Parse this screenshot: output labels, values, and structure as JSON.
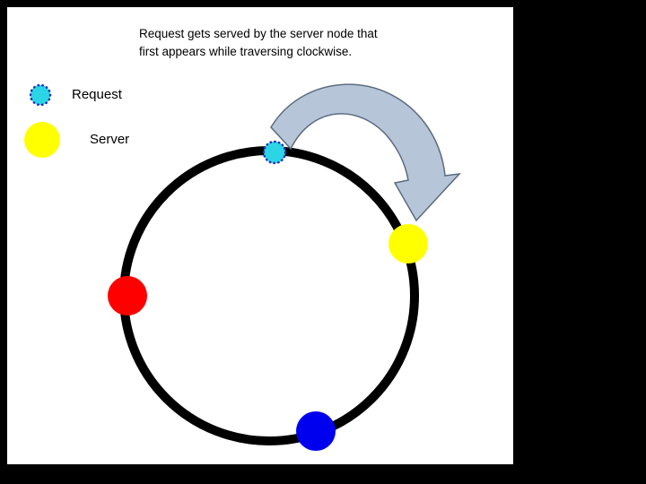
{
  "frame": {
    "bg": "#000000",
    "panel_bg": "#ffffff"
  },
  "caption": {
    "line1": "Request gets served by the server node that",
    "line2": "first appears while traversing clockwise."
  },
  "legend": {
    "request": {
      "label": "Request",
      "color": "#2BD5E5",
      "border_color": "#2233BB"
    },
    "server": {
      "label": "Server",
      "color": "#FFFF00"
    }
  },
  "diagram": {
    "ring": {
      "color": "#000000"
    },
    "arrow": {
      "fill": "#B7C5D9",
      "stroke": "#5C6C80"
    },
    "nodes": {
      "request": {
        "color": "#2BD5E5",
        "border_color": "#2233BB"
      },
      "server_top_right": {
        "color": "#FFFF00"
      },
      "server_left": {
        "color": "#FF0000"
      },
      "server_bottom": {
        "color": "#0000EE"
      }
    }
  }
}
